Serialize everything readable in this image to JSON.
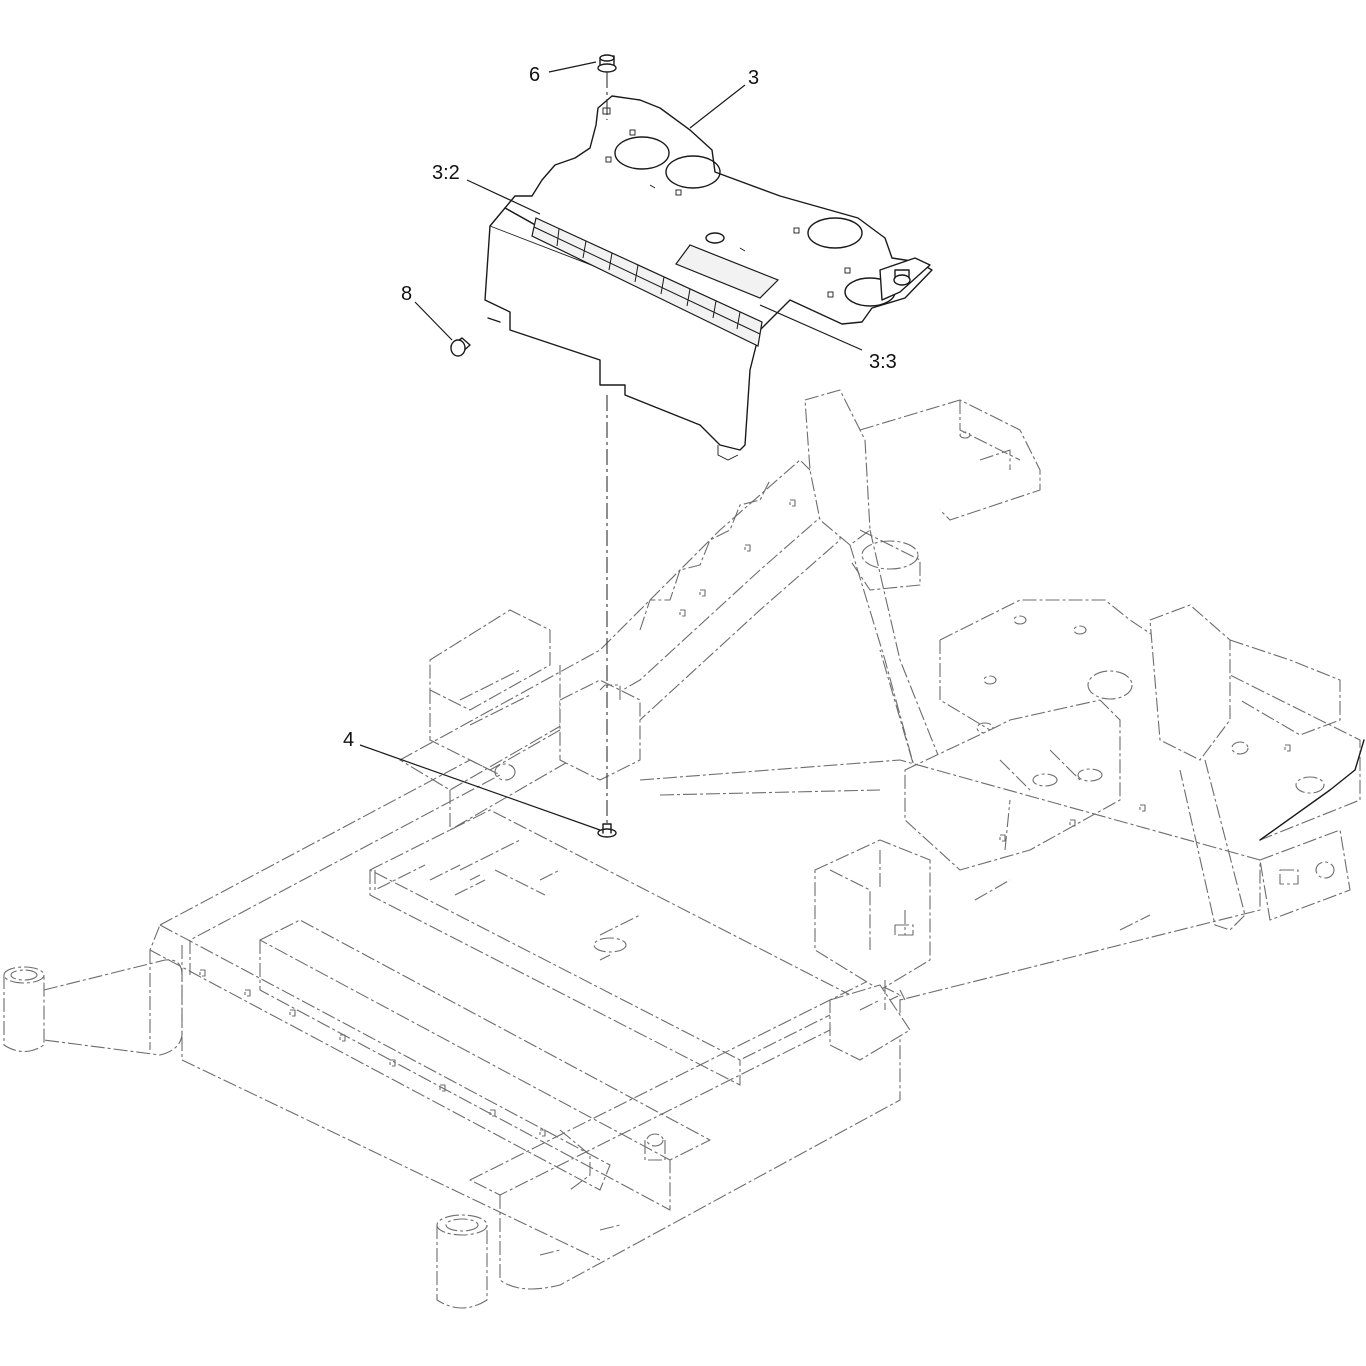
{
  "callouts": {
    "part_6": "6",
    "part_3": "3",
    "part_3_2": "3:2",
    "part_8": "8",
    "part_3_3": "3:3",
    "part_4": "4"
  }
}
